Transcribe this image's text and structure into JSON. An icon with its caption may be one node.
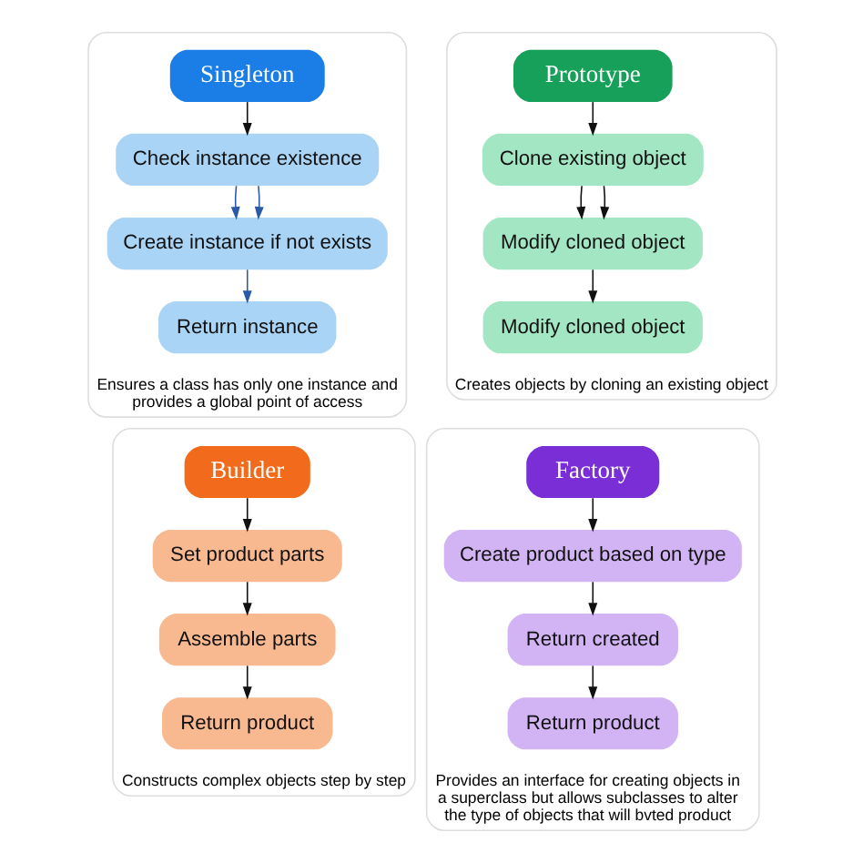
{
  "diagram": {
    "nodes": [
      {
        "text": [
          "Ensures a class has only one instance and provides a global point of access"
        ]
      },
      {
        "text": [
          "Singleton"
        ],
        "in": 0
      },
      {
        "text": [
          "Check instance existence"
        ],
        "in": 0
      },
      {
        "text": [
          "Create instance if not exists"
        ],
        "in": 0
      },
      {
        "text": [
          "Return instance"
        ],
        "in": 0
      },
      {
        "text": [
          "Creates objects by cloning an existing object"
        ]
      },
      {
        "text": [
          "Prototype"
        ],
        "in": 5
      },
      {
        "text": [
          "Clone existing object"
        ],
        "in": 5
      },
      {
        "text": [
          "Modify cloned object"
        ],
        "in": 5
      },
      {
        "text": [
          "Modify cloned object"
        ],
        "in": 5
      },
      {
        "text": [
          "Constructs complex objects step by step"
        ]
      },
      {
        "text": [
          "Builder"
        ],
        "in": 10
      },
      {
        "text": [
          "Set product parts"
        ],
        "in": 10
      },
      {
        "text": [
          "Assemble parts"
        ],
        "in": 10
      },
      {
        "text": [
          "Return product"
        ],
        "in": 10
      },
      {
        "text": [
          "Provides an interface for creating objects in a superclass but allows subclasses to alter the type of objects that will bvted product"
        ]
      },
      {
        "text": [
          "Factory"
        ],
        "in": 15
      },
      {
        "text": [
          "Create product based on type"
        ],
        "in": 15
      },
      {
        "text": [
          "Return created"
        ],
        "in": 15
      },
      {
        "text": [
          "Return product"
        ],
        "in": 15
      }
    ],
    "edges": [
      {
        "from": 1,
        "to": 2,
        "arrow": "to"
      },
      {
        "from": 2,
        "to": 3,
        "arrow": "to",
        "color": "#2a5aa8"
      },
      {
        "from": 2,
        "to": 3,
        "arrow": "to",
        "color": "#2a5aa8"
      },
      {
        "from": 3,
        "to": 4,
        "arrow": "to",
        "color": "#2a5aa8"
      },
      {
        "from": 6,
        "to": 7,
        "arrow": "to"
      },
      {
        "from": 7,
        "to": 8,
        "arrow": "to"
      },
      {
        "from": 7,
        "to": 8,
        "arrow": "to"
      },
      {
        "from": 8,
        "to": 9,
        "arrow": "to"
      },
      {
        "from": 11,
        "to": 12,
        "arrow": "to"
      },
      {
        "from": 12,
        "to": 13,
        "arrow": "to"
      },
      {
        "from": 13,
        "to": 14,
        "arrow": "to"
      },
      {
        "from": 16,
        "to": 17,
        "arrow": "to"
      },
      {
        "from": 17,
        "to": 18,
        "arrow": "to"
      },
      {
        "from": 18,
        "to": 19,
        "arrow": "to"
      }
    ]
  }
}
